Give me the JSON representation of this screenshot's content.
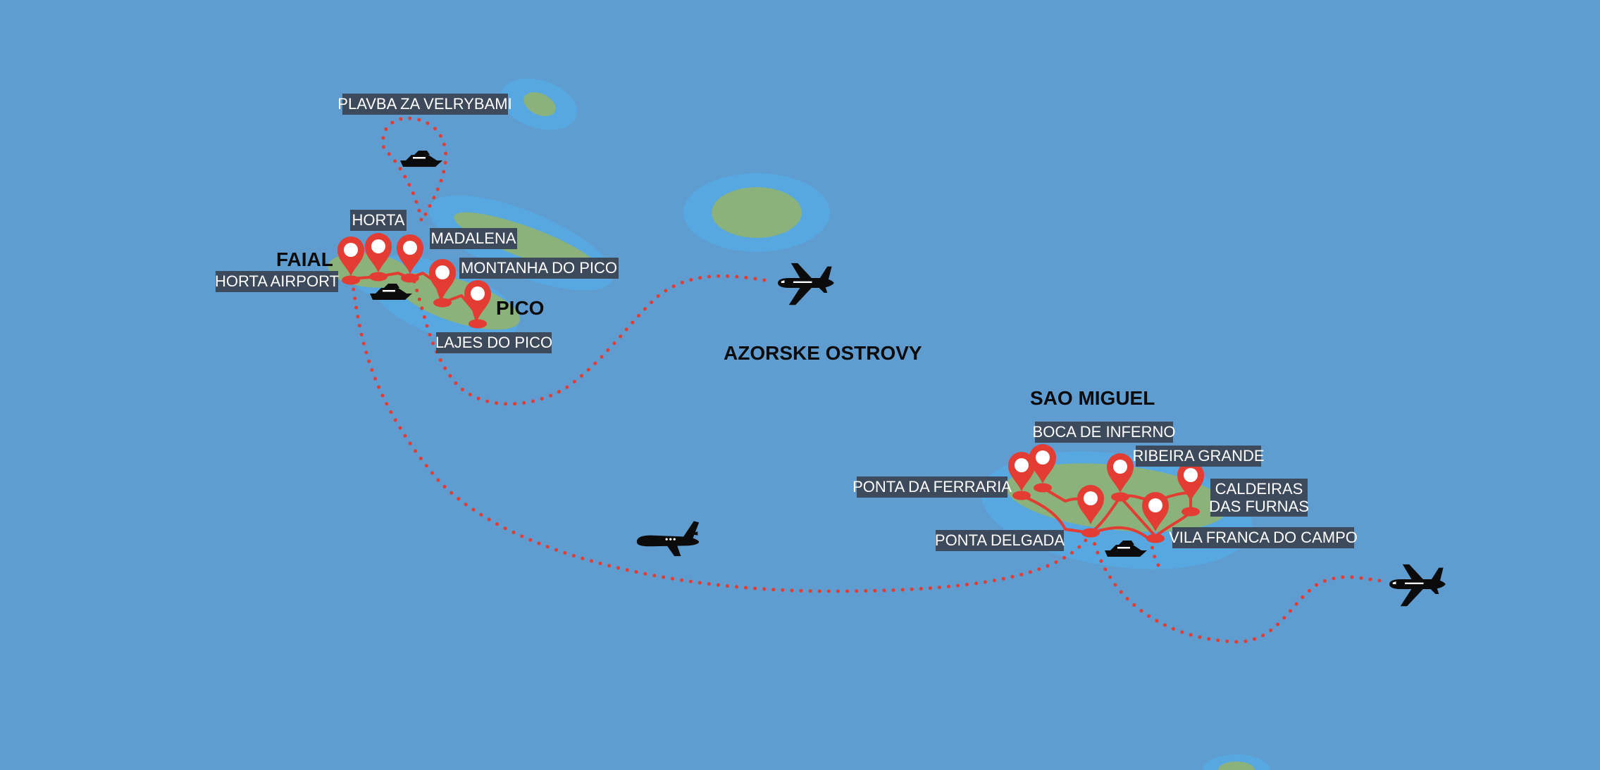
{
  "map": {
    "title": "AZORSKE OSTROVY",
    "colors": {
      "sea": "#5f9ccf",
      "shallow": "#57a7e0",
      "land": "#8bb27a",
      "route": "#e23c33",
      "marker": "#e23c33",
      "label_bg": "#3d4a5c",
      "label_text": "#ffffff",
      "name_text": "#0b0b0b",
      "icon": "#0b0b0b"
    },
    "island_names": {
      "faial": "FAIAL",
      "pico": "PICO",
      "sao_miguel": "SAO MIGUEL"
    },
    "places": {
      "plavba": "PLAVBA ZA VELRYBAMI",
      "horta": "HORTA",
      "madalena": "MADALENA",
      "montanha": "MONTANHA DO PICO",
      "horta_airport": "HORTA AIRPORT",
      "lajes": "LAJES DO PICO",
      "boca": "BOCA DE INFERNO",
      "ribeira": "RIBEIRA GRANDE",
      "ferraria": "PONTA DA FERRARIA",
      "caldeiras_1": "CALDEIRAS",
      "caldeiras_2": "DAS FURNAS",
      "delgada": "PONTA DELGADA",
      "vila": "VILA FRANCA DO CAMPO"
    },
    "icons": {
      "airplanes": [
        "airplane-icon",
        "jet-icon",
        "airplane-icon"
      ],
      "boats": [
        "boat-icon",
        "boat-icon",
        "boat-icon"
      ],
      "markers": "map-pin-icon"
    }
  }
}
